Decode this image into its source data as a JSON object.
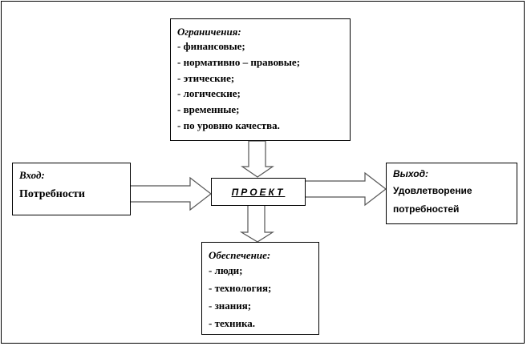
{
  "diagram": {
    "constraints": {
      "title": "Ограничения:",
      "items": [
        "- финансовые;",
        "- нормативно – правовые;",
        "- этические;",
        "- логические;",
        "- временные;",
        "- по уровню качества."
      ]
    },
    "input": {
      "title": "Вход:",
      "text": "Потребности"
    },
    "project": {
      "label": "ПРОЕКТ"
    },
    "output": {
      "title": "Выход:",
      "lines": [
        "Удовлетворение",
        "потребностей"
      ]
    },
    "support": {
      "title": "Обеспечение:",
      "items": [
        "- люди;",
        "- технология;",
        "- знания;",
        "- техника."
      ]
    },
    "arrows": [
      {
        "from": "constraints",
        "to": "project",
        "direction": "down"
      },
      {
        "from": "input",
        "to": "project",
        "direction": "right"
      },
      {
        "from": "project",
        "to": "output",
        "direction": "right"
      },
      {
        "from": "project",
        "to": "support",
        "direction": "down"
      }
    ]
  }
}
